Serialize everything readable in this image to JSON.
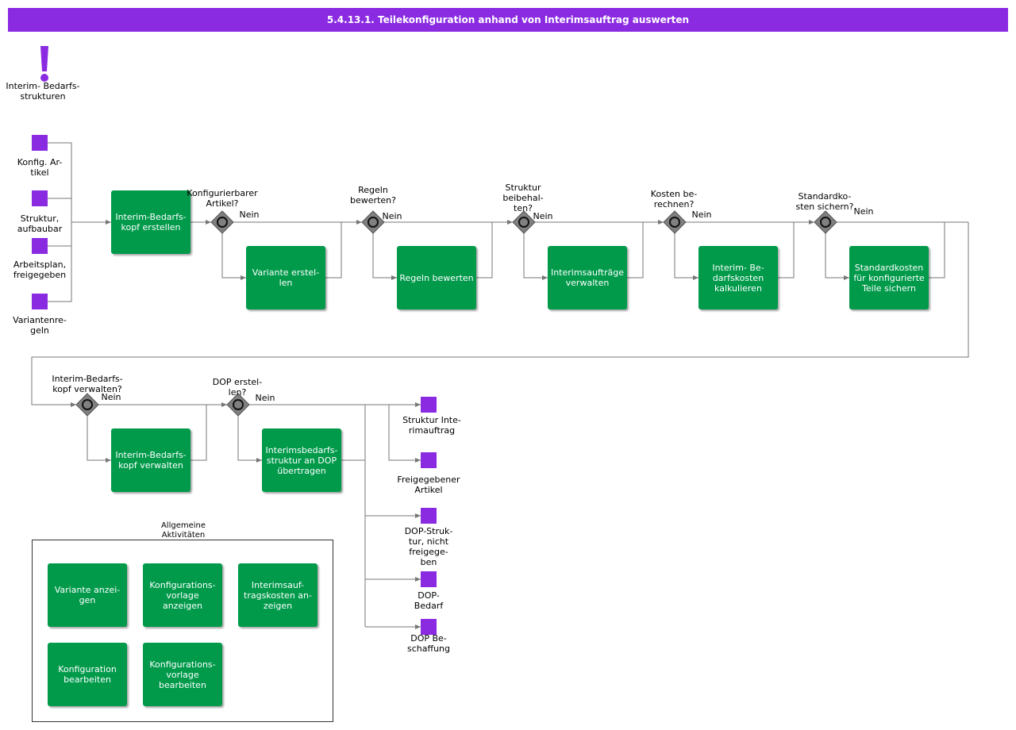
{
  "title": "5.4.13.1. Teilekonfiguration anhand von Interimsauftrag auswerten",
  "colors": {
    "header": "#8a2be2",
    "task": "#009a4a",
    "object": "#8a2be2",
    "gateway": "#808080",
    "line": "#777777"
  },
  "event": {
    "icon": "exclamation-icon",
    "label": "Interim- Bedarfs-\nstrukturen"
  },
  "inputs": [
    "Konfig. Ar-\ntikel",
    "Struktur,\naufbaubar",
    "Arbeitsplan,\nfreigegeben",
    "Variantenre-\ngeln"
  ],
  "tasks": {
    "t1": "Interim-Bedarfs-\nkopf erstellen",
    "t2": "Variante erstel-\nlen",
    "t3": "Regeln bewerten",
    "t4": "Interimsaufträge\nverwalten",
    "t5": "Interim- Be-\ndarfskosten\nkalkulieren",
    "t6": "Standardkosten\nfür konfigurierte\nTeile sichern",
    "t7": "Interim-Bedarfs-\nkopf verwalten",
    "t8": "Interimsbedarfs-\nstruktur  an DOP\nübertragen"
  },
  "gateways": [
    {
      "q": "Konfigurierbarer\nArtikel?",
      "no": "Nein"
    },
    {
      "q": "Regeln\nbewerten?",
      "no": "Nein"
    },
    {
      "q": "Struktur\nbeibehal-\nten?",
      "no": "Nein"
    },
    {
      "q": "Kosten  be-\nrechnen?",
      "no": "Nein"
    },
    {
      "q": "Standardko-\nsten sichern?",
      "no": "Nein"
    },
    {
      "q": "Interim-Bedarfs-\nkopf verwalten?",
      "no": "Nein"
    },
    {
      "q": "DOP erstel-\nlen?",
      "no": "Nein"
    }
  ],
  "outputs": [
    "Struktur Inte-\nrimauftrag",
    "Freigegebener\nArtikel",
    "DOP-Struk-\ntur, nicht\nfreigege-\nben",
    "DOP-\nBedarf",
    "DOP Be-\nschaffung"
  ],
  "group": {
    "title": "Allgemeine\nAktivitäten",
    "items": [
      "Variante anzei-\ngen",
      "Konfigurations-\nvorlage\nanzeigen",
      "Interimsauf-\ntragskosten  an-\nzeigen",
      "Konfiguration\nbearbeiten",
      "Konfigurations-\nvorlage\nbearbeiten"
    ]
  }
}
